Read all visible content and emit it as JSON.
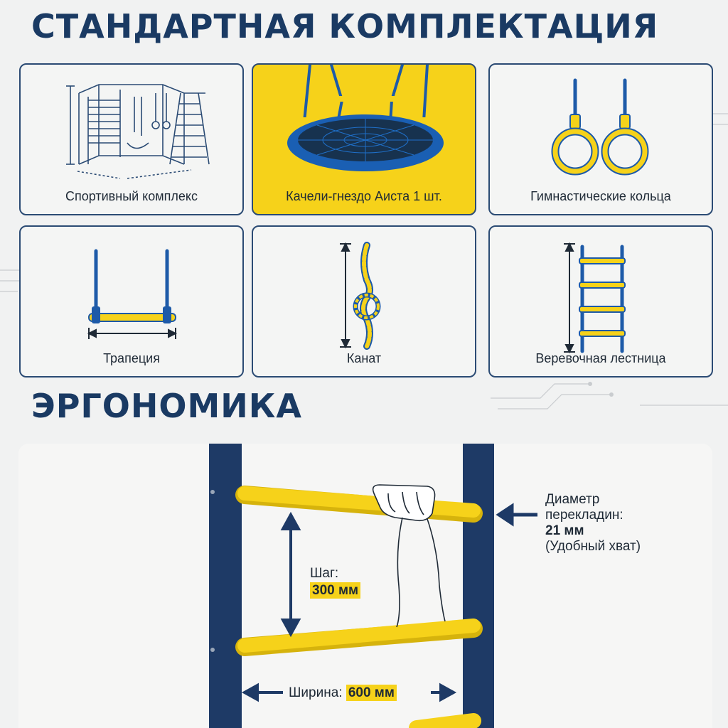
{
  "headings": {
    "kit": "СТАНДАРТНАЯ КОМПЛЕКТАЦИЯ",
    "ergonomics": "ЭРГОНОМИКА"
  },
  "cards": [
    {
      "label": "Спортивный комплекс",
      "icon": "sports-complex-icon"
    },
    {
      "label": "Качели-гнездо Аиста 1 шт.",
      "icon": "nest-swing-icon"
    },
    {
      "label": "Гимнастические кольца",
      "icon": "gymnastic-rings-icon"
    },
    {
      "label": "Трапеция",
      "icon": "trapeze-icon"
    },
    {
      "label": "Канат",
      "icon": "rope-icon"
    },
    {
      "label": "Веревочная лестница",
      "icon": "rope-ladder-icon"
    }
  ],
  "ergonomics": {
    "diameter_line1": "Диаметр",
    "diameter_line2": "перекладин:",
    "diameter_value": "21 мм",
    "diameter_note": "(Удобный хват)",
    "step_label": "Шаг:",
    "step_value": "300 мм",
    "width_label": "Ширина:",
    "width_value": "600 мм"
  },
  "colors": {
    "navy": "#1a3a63",
    "yellow": "#f6d21a",
    "blue": "#2a6fc0"
  }
}
